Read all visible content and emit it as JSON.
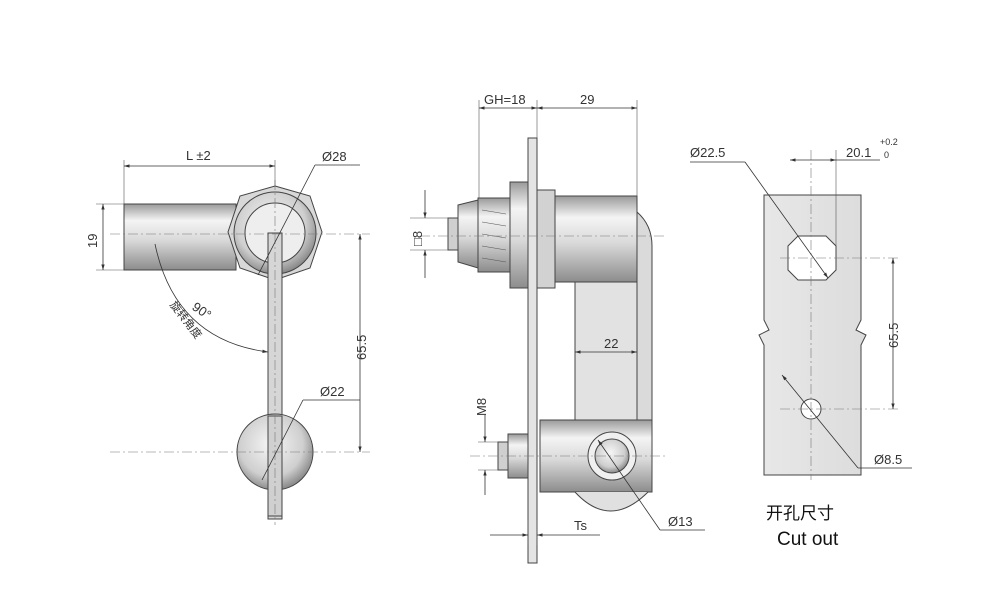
{
  "colors": {
    "line": "#333333",
    "metal_light": "#f2f2f2",
    "metal_mid": "#c8c8c8",
    "metal_dark": "#8a8a8a",
    "plate": "#e6e6e6"
  },
  "left_view": {
    "dim_length": "L ±2",
    "dim_height": "19",
    "dim_cylinder_dia": "Ø28",
    "dim_center_distance": "65.5",
    "dim_cam_dia": "Ø22",
    "rotation_angle": "90°",
    "rotation_label": "旋转角度"
  },
  "middle_view": {
    "dim_gh": "GH=18",
    "dim_body_length": "29",
    "dim_square": "□8",
    "dim_offset": "22",
    "dim_thread": "M8",
    "dim_ts": "Ts",
    "dim_hole_dia": "Ø13"
  },
  "right_view": {
    "dim_cutout_dia": "Ø22.5",
    "dim_flat_width": "20.1",
    "tol_upper": "+0.2",
    "tol_lower": "0",
    "dim_center_distance": "65.5",
    "dim_small_hole": "Ø8.5",
    "title_cn": "开孔尺寸",
    "title_en": "Cut out"
  }
}
